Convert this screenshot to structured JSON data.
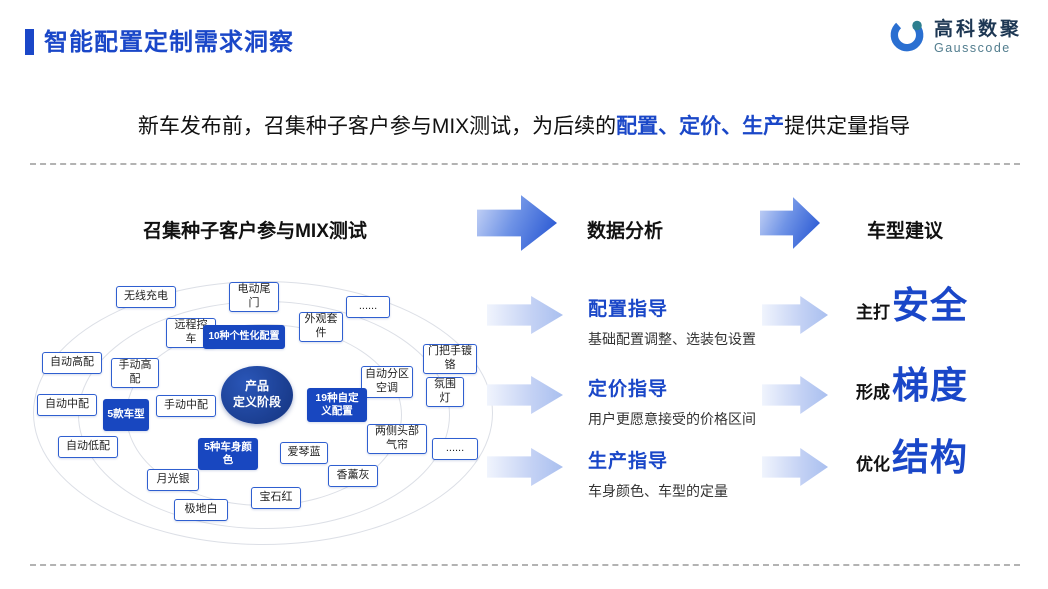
{
  "header": {
    "title": "智能配置定制需求洞察",
    "logo_name": "高科数聚",
    "logo_sub": "Gausscode"
  },
  "subtitle": {
    "pre": "新车发布前，召集种子客户参与MIX测试，为后续的",
    "highlight": "配置、定价、生产",
    "post": "提供定量指导"
  },
  "flow": {
    "left_title": "召集种子客户参与MIX测试",
    "middle_title": "数据分析",
    "right_title": "车型建议"
  },
  "bubble": {
    "center_line1": "产品",
    "center_line2": "定义阶段",
    "labels": [
      "无线充电",
      "电动尾门",
      "远程控车",
      "10种个性化配置",
      "外观套件",
      "......",
      "自动高配",
      "手动高配",
      "门把手镀铬",
      "自动分区空调",
      "自动中配",
      "手动中配",
      "5款车型",
      "19种自定义配置",
      "氛围灯",
      "自动低配",
      "两侧头部气帘",
      "爱琴蓝",
      "......",
      "5种车身颜色",
      "香薰灰",
      "月光银",
      "宝石红",
      "极地白"
    ]
  },
  "rows": [
    {
      "title": "配置指导",
      "desc": "基础配置调整、选装包设置",
      "prefix": "主打",
      "keyword": "安全"
    },
    {
      "title": "定价指导",
      "desc": "用户更愿意接受的价格区间",
      "prefix": "形成",
      "keyword": "梯度"
    },
    {
      "title": "生产指导",
      "desc": "车身颜色、车型的定量",
      "prefix": "优化",
      "keyword": "结构"
    }
  ],
  "colors": {
    "primary_blue": "#1a47c8",
    "deep_blue_box": "#1847c0",
    "center_circle_blue": "#14337e",
    "logo_teal": "#527d8e"
  }
}
